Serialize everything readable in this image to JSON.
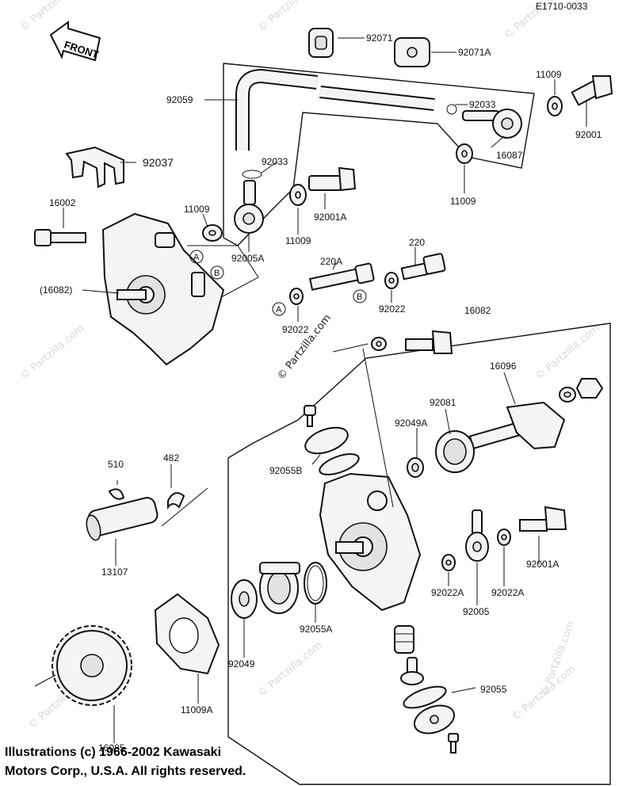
{
  "diagram": {
    "code": "E1710-0033",
    "front_label": "FRONT",
    "watermark": "© Partzilla.com",
    "ref_a": "A",
    "ref_b": "B",
    "parts": {
      "p92071": "92071",
      "p92071a": "92071A",
      "p92059": "92059",
      "p92033_top": "92033",
      "p11009_tr": "11009",
      "p92001_tr": "92001",
      "p16087": "16087",
      "p11009_mid": "11009",
      "p92033_left": "92033",
      "p92037": "92037",
      "p16002": "16002",
      "p11009_left": "11009",
      "p92001a_top": "92001A",
      "p11009_b": "11009",
      "p92005a": "92005A",
      "p220a": "220A",
      "p220": "220",
      "p16082_paren": "(16082)",
      "p92022_a": "92022",
      "p92022_b": "92022",
      "p16082": "16082",
      "p16096": "16096",
      "p92081": "92081",
      "p92049a": "92049A",
      "p92055b": "92055B",
      "p510": "510",
      "p482": "482",
      "p13107": "13107",
      "p92001a_low": "92001A",
      "p92022a_1": "92022A",
      "p92022a_2": "92022A",
      "p92005": "92005",
      "p92055a": "92055A",
      "p92049": "92049",
      "p11009a": "11009A",
      "p92055": "92055",
      "p16085": "16085"
    }
  },
  "caption": {
    "line1": "Illustrations (c) 1966-2002 Kawasaki",
    "line2": "Motors Corp., U.S.A.  All rights reserved."
  }
}
